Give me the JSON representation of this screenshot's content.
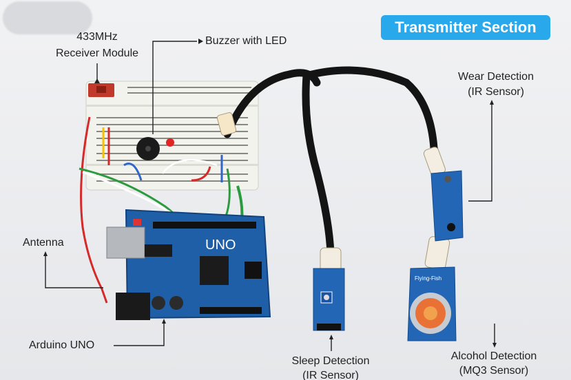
{
  "badge": {
    "title": "Transmitter Section",
    "color": "#2aa8ec"
  },
  "labels": {
    "receiver_line1": "433MHz",
    "receiver_line2": "Receiver Module",
    "buzzer": "Buzzer with LED",
    "wear_line1": "Wear Detection",
    "wear_line2": "(IR Sensor)",
    "antenna": "Antenna",
    "arduino": "Arduino UNO",
    "sleep_line1": "Sleep Detection",
    "sleep_line2": "(IR Sensor)",
    "alcohol_line1": "Alcohol Detection",
    "alcohol_line2": "(MQ3 Sensor)"
  },
  "board_text": {
    "uno": "UNO",
    "sensor_brand": "Flying-Fish"
  },
  "colors": {
    "arduino_pcb": "#1f5fa8",
    "sensor_pcb": "#2366b5",
    "wire_sleeve": "#141414",
    "breadboard": "#efefe9"
  }
}
